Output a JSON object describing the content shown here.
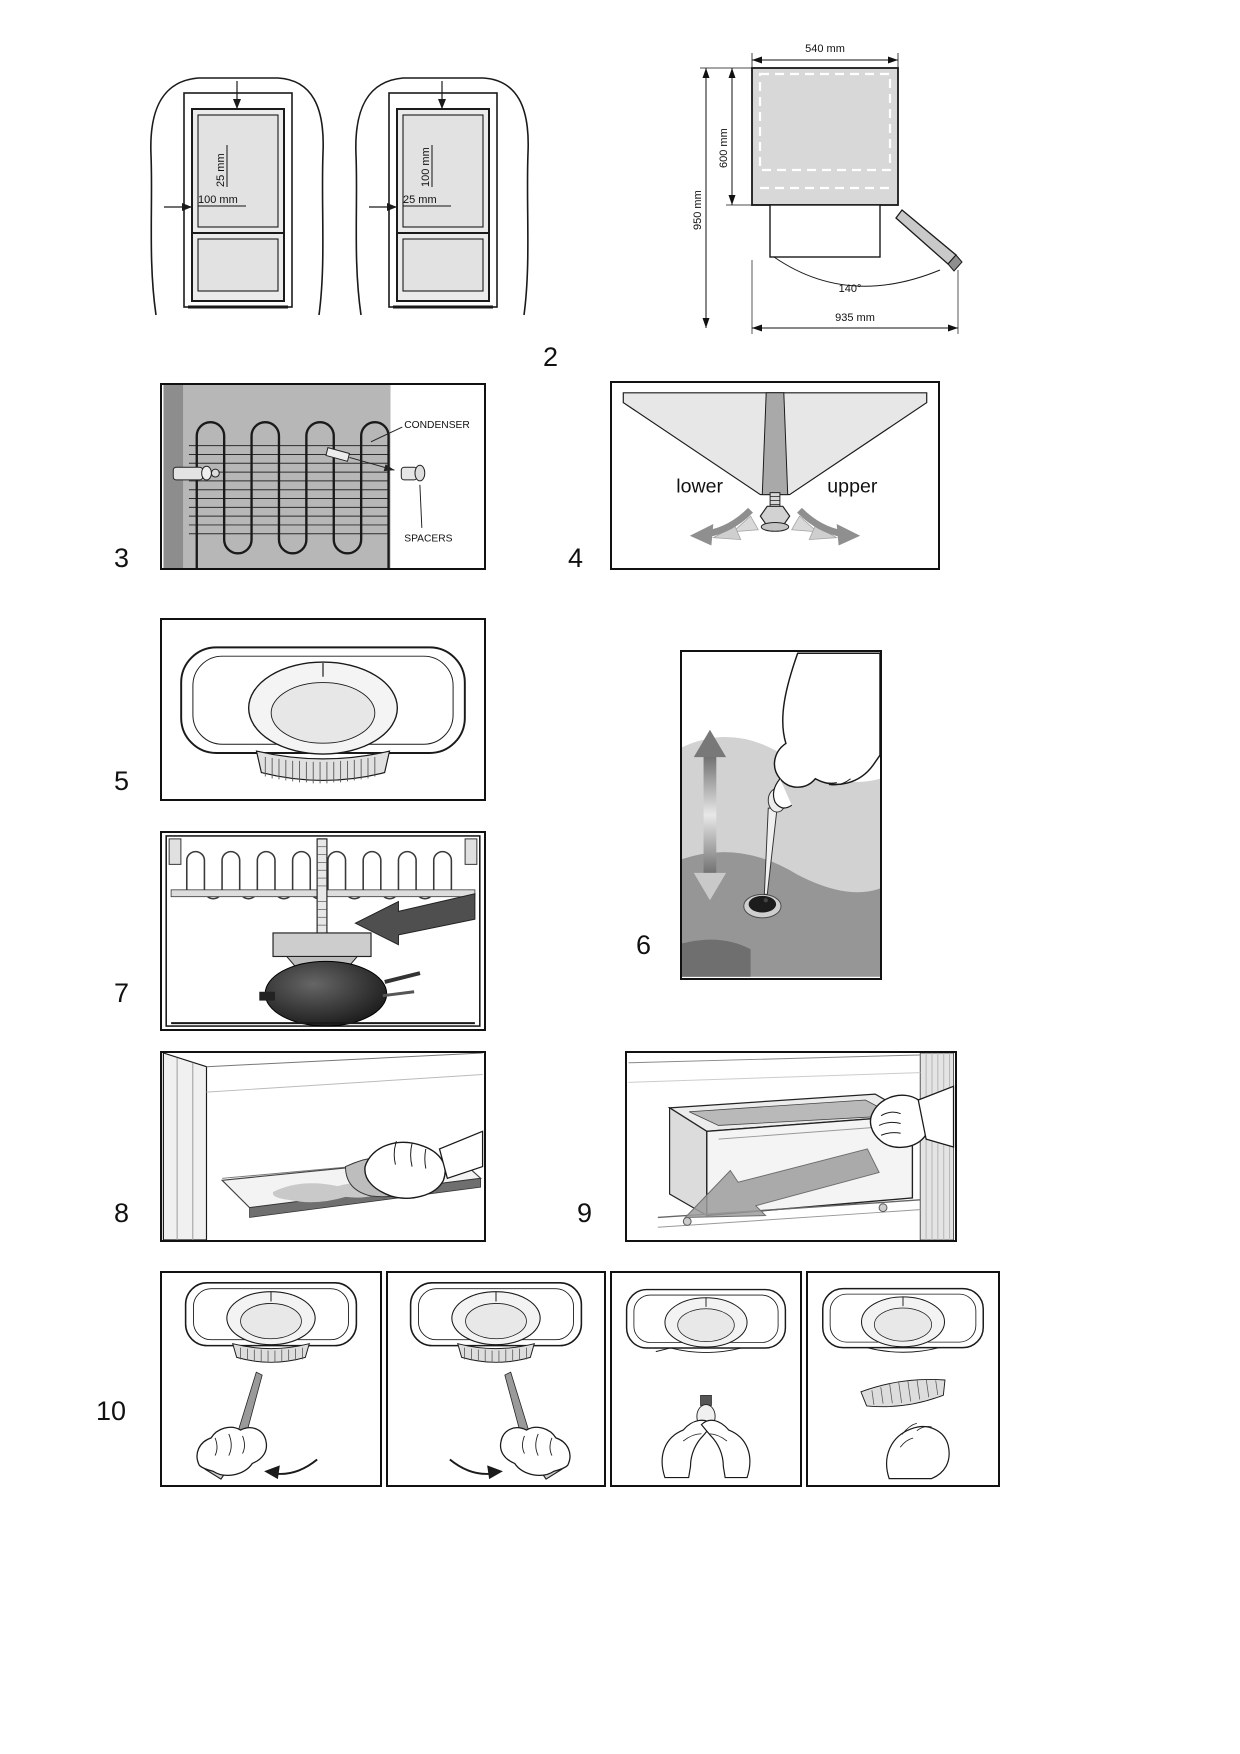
{
  "figures": {
    "niche_left": {
      "top": "25 mm",
      "side": "100 mm"
    },
    "niche_right": {
      "top": "100 mm",
      "side": "25 mm"
    },
    "fig2": {
      "num": "2",
      "w": "540 mm",
      "d": "600 mm",
      "h": "950 mm",
      "angle": "140°",
      "open": "935 mm"
    },
    "fig3": {
      "num": "3",
      "condenser": "CONDENSER",
      "spacers": "SPACERS"
    },
    "fig4": {
      "num": "4",
      "lower": "lower",
      "upper": "upper"
    },
    "fig5": {
      "num": "5"
    },
    "fig6": {
      "num": "6"
    },
    "fig7": {
      "num": "7"
    },
    "fig8": {
      "num": "8"
    },
    "fig9": {
      "num": "9"
    },
    "fig10": {
      "num": "10"
    }
  }
}
